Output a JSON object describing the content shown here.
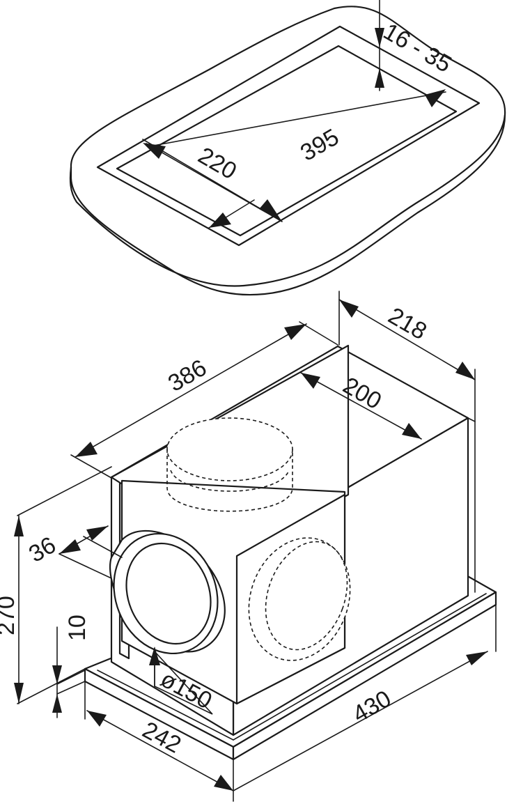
{
  "dimensions": {
    "seal_thickness": "16 - 35",
    "cutout_length": "395",
    "cutout_width": "220",
    "unit_length": "386",
    "unit_depth": "218",
    "box_depth": "200",
    "frame_offset": "36",
    "height": "270",
    "base_thickness": "10",
    "duct_diameter": "ø150",
    "base_width": "242",
    "base_length": "430"
  }
}
